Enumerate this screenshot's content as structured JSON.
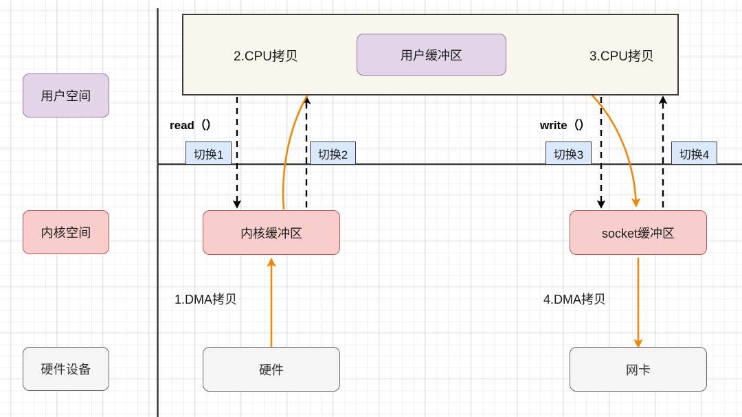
{
  "diagram": {
    "title": "traditional-io-copy-flow",
    "colors": {
      "user_fill": "#e1d5e7",
      "user_stroke": "#9673a6",
      "kernel_fill": "#f8cecc",
      "kernel_stroke": "#b85450",
      "hardware_fill": "#f5f5f5",
      "hardware_stroke": "#666666",
      "band_fill": "#f9f7ed",
      "band_stroke": "#3c3c3c",
      "switch_fill": "#dae8fc",
      "switch_stroke": "#3c3c3c",
      "dma_arrow": "#f08705",
      "cpu_arrow": "#000000"
    }
  },
  "legend": {
    "user_space": "用户空间",
    "kernel_space": "内核空间",
    "hardware_device": "硬件设备"
  },
  "band": {
    "copy2_label": "2.CPU拷贝",
    "copy3_label": "3.CPU拷贝"
  },
  "nodes": {
    "user_buffer": "用户缓冲区",
    "kernel_buffer": "内核缓冲区",
    "socket_buffer": "socket缓冲区",
    "hardware": "硬件",
    "network_card": "网卡"
  },
  "syscalls": {
    "read": "read（）",
    "write": "write（）"
  },
  "switches": [
    {
      "label": "切换1"
    },
    {
      "label": "切换2"
    },
    {
      "label": "切换3"
    },
    {
      "label": "切换4"
    }
  ],
  "dma": {
    "copy1_label": "1.DMA拷贝",
    "copy4_label": "4.DMA拷贝"
  }
}
